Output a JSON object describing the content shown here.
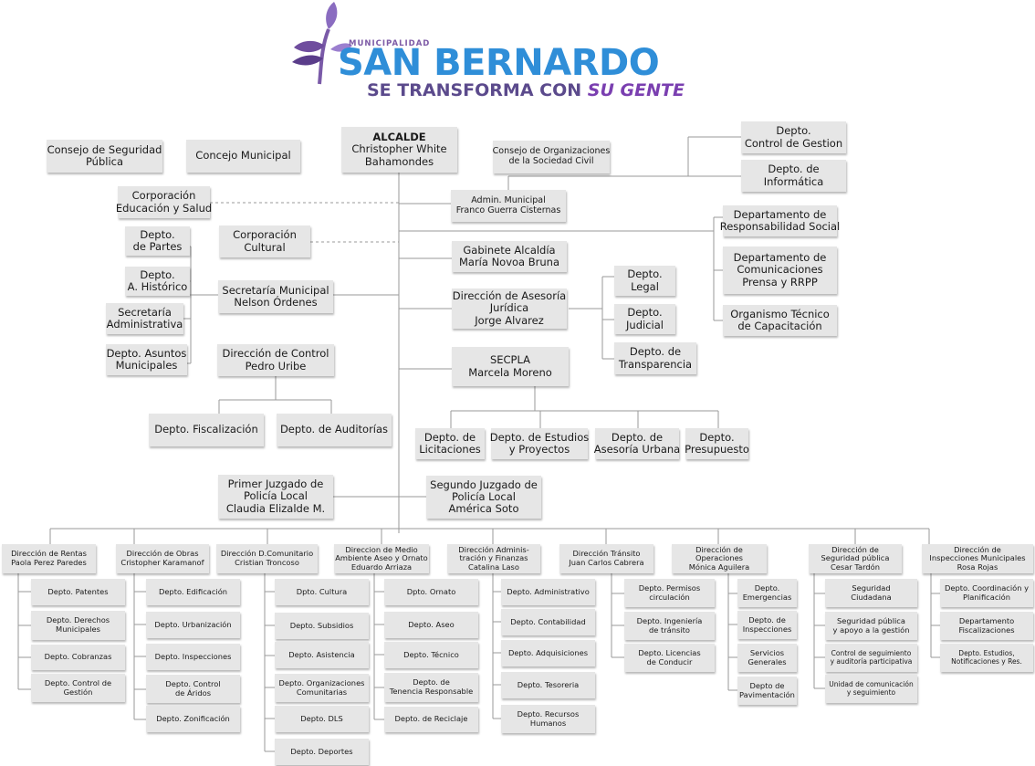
{
  "logo": {
    "top": "MUNICIPALIDAD",
    "name": "SAN BERNARDO",
    "tagline": "SE TRANSFORMA CON",
    "tagline_em": "SU GENTE",
    "colors": {
      "primary": "#2f8ed8",
      "secondary": "#7a3fb0"
    }
  },
  "nodes": {
    "alcalde": [
      "ALCALDE",
      "Christopher White",
      "Bahamondes"
    ],
    "consejo_seguridad": [
      "Consejo de Seguridad",
      "Pública"
    ],
    "concejo_municipal": [
      "Concejo Municipal"
    ],
    "consejo_organizaciones": [
      "Consejo de Organizaciones",
      "de la Sociedad Civil"
    ],
    "control_gestion": [
      "Depto.",
      "Control de Gestion"
    ],
    "informatica": [
      "Depto. de",
      "Informática"
    ],
    "corp_educacion": [
      "Corporación",
      "Educación y Salud"
    ],
    "admin_municipal": [
      "Admin. Municipal",
      "Franco  Guerra Cisternas"
    ],
    "resp_social": [
      "Departamento de",
      "Responsabilidad Social"
    ],
    "depto_partes": [
      "Depto.",
      "de Partes"
    ],
    "corp_cultural": [
      "Corporación",
      "Cultural"
    ],
    "gabinete": [
      "Gabinete Alcaldía",
      "María Novoa Bruna"
    ],
    "comunicaciones": [
      "Departamento de",
      "Comunicaciones",
      "Prensa y RRPP"
    ],
    "historico": [
      "Depto.",
      "A. Histórico"
    ],
    "sec_municipal": [
      "Secretaría Municipal",
      "Nelson Órdenes"
    ],
    "asesoria_juridica": [
      "Dirección de Asesoría",
      "Jurídica",
      "Jorge Alvarez"
    ],
    "legal": [
      "Depto.",
      "Legal"
    ],
    "judicial": [
      "Depto.",
      "Judicial"
    ],
    "capacitacion": [
      "Organismo Técnico",
      "de Capacitación"
    ],
    "sec_administrativa": [
      "Secretaría",
      "Administrativa"
    ],
    "asuntos_municipales": [
      "Depto. Asuntos",
      "Municipales"
    ],
    "dir_control": [
      "Dirección de Control",
      "Pedro Uribe"
    ],
    "secpla": [
      "SECPLA",
      "Marcela Moreno"
    ],
    "transparencia": [
      "Depto. de",
      "Transparencia"
    ],
    "fiscalizacion": [
      "Depto. Fiscalización"
    ],
    "auditorias": [
      "Depto. de Auditorías"
    ],
    "licitaciones": [
      "Depto. de",
      "Licitaciones"
    ],
    "estudios": [
      "Depto. de Estudios",
      "y Proyectos"
    ],
    "asesoria_urbana": [
      "Depto. de",
      "Asesoría Urbana"
    ],
    "presupuesto": [
      "Depto.",
      "Presupuesto"
    ],
    "juzgado1": [
      "Primer Juzgado de",
      "Policía Local",
      "Claudia Elizalde M."
    ],
    "juzgado2": [
      "Segundo Juzgado de",
      "Policía Local",
      "América Soto"
    ],
    "dir_rentas": [
      "Dirección de Rentas",
      "Paola Perez Paredes"
    ],
    "dir_obras": [
      "Dirección de Obras",
      "Cristopher Karamanof"
    ],
    "dir_comunitario": [
      "Dirección D.Comunitario",
      "Cristian Troncoso"
    ],
    "dir_medio_ambiente": [
      "Direccion de Medio",
      "Ambiente Aseo y Ornato",
      "Eduardo Arriaza"
    ],
    "dir_admin_finanzas": [
      "Dirección Adminis-",
      "tración y Finanzas",
      "Catalina Laso"
    ],
    "dir_transito": [
      "Dirección Tránsito",
      "Juan Carlos Cabrera"
    ],
    "dir_operaciones": [
      "Dirección de",
      "Operaciones",
      "Mónica Aguilera"
    ],
    "dir_seguridad": [
      "Dirección de",
      "Seguridad pública",
      "Cesar Tardón"
    ],
    "dir_inspecciones": [
      "Dirección de",
      "Inspecciones Municipales",
      "Rosa Rojas"
    ],
    "r_patentes": [
      "Depto. Patentes"
    ],
    "r_derechos": [
      "Depto. Derechos",
      "Municipales"
    ],
    "r_cobranzas": [
      "Depto. Cobranzas"
    ],
    "r_control_gestion": [
      "Depto. Control de",
      "Gestión"
    ],
    "o_edificacion": [
      "Depto. Edificación"
    ],
    "o_urbanizacion": [
      "Depto. Urbanización"
    ],
    "o_inspecciones": [
      "Depto. Inspecciones"
    ],
    "o_aridos": [
      "Depto. Control",
      "de Áridos"
    ],
    "o_zonificacion": [
      "Depto. Zonificación"
    ],
    "c_cultura": [
      "Dpto. Cultura"
    ],
    "c_subsidios": [
      "Depto. Subsidios"
    ],
    "c_asistencia": [
      "Depto. Asistencia"
    ],
    "c_organizaciones": [
      "Depto. Organizaciones",
      "Comunitarias"
    ],
    "c_dls": [
      "Depto. DLS"
    ],
    "c_deportes": [
      "Depto. Deportes"
    ],
    "m_ornato": [
      "Dpto. Ornato"
    ],
    "m_aseo": [
      "Depto. Aseo"
    ],
    "m_tecnico": [
      "Depto. Técnico"
    ],
    "m_tenencia": [
      "Depto. de",
      "Tenencia Responsable"
    ],
    "m_reciclaje": [
      "Depto. de Reciclaje"
    ],
    "f_administrativo": [
      "Depto. Administrativo"
    ],
    "f_contabilidad": [
      "Depto. Contabilidad"
    ],
    "f_adquisiciones": [
      "Depto. Adquisiciones"
    ],
    "f_tesoreria": [
      "Depto. Tesoreria"
    ],
    "f_rrhh": [
      "Depto. Recursos",
      "Humanos"
    ],
    "t_permisos": [
      "Depto. Permisos",
      "circulación"
    ],
    "t_ingenieria": [
      "Depto. Ingeniería",
      "de tránsito"
    ],
    "t_licencias": [
      "Depto. Licencias",
      "de Conducir"
    ],
    "op_emergencias": [
      "Depto.",
      "Emergencias"
    ],
    "op_inspecciones": [
      "Depto. de",
      "Inspecciones"
    ],
    "op_servicios": [
      "Servicios",
      "Generales"
    ],
    "op_pavimentacion": [
      "Depto de",
      "Pavimentación"
    ],
    "s_ciudadana": [
      "Seguridad",
      "Ciudadana"
    ],
    "s_participativa": [
      "Seguridad pública",
      "y apoyo a la gestión"
    ],
    "s_control": [
      "Control de seguimiento",
      "y auditoría participativa"
    ],
    "s_comunicacion": [
      "Unidad de comunicación",
      "y seguimiento"
    ],
    "i_coordinacion": [
      "Depto. Coordinación y",
      "Planificación"
    ],
    "i_fiscalizaciones": [
      "Departamento",
      "Fiscalizaciones"
    ],
    "i_estudios": [
      "Depto. Estudios,",
      "Notificaciones y Res."
    ]
  }
}
